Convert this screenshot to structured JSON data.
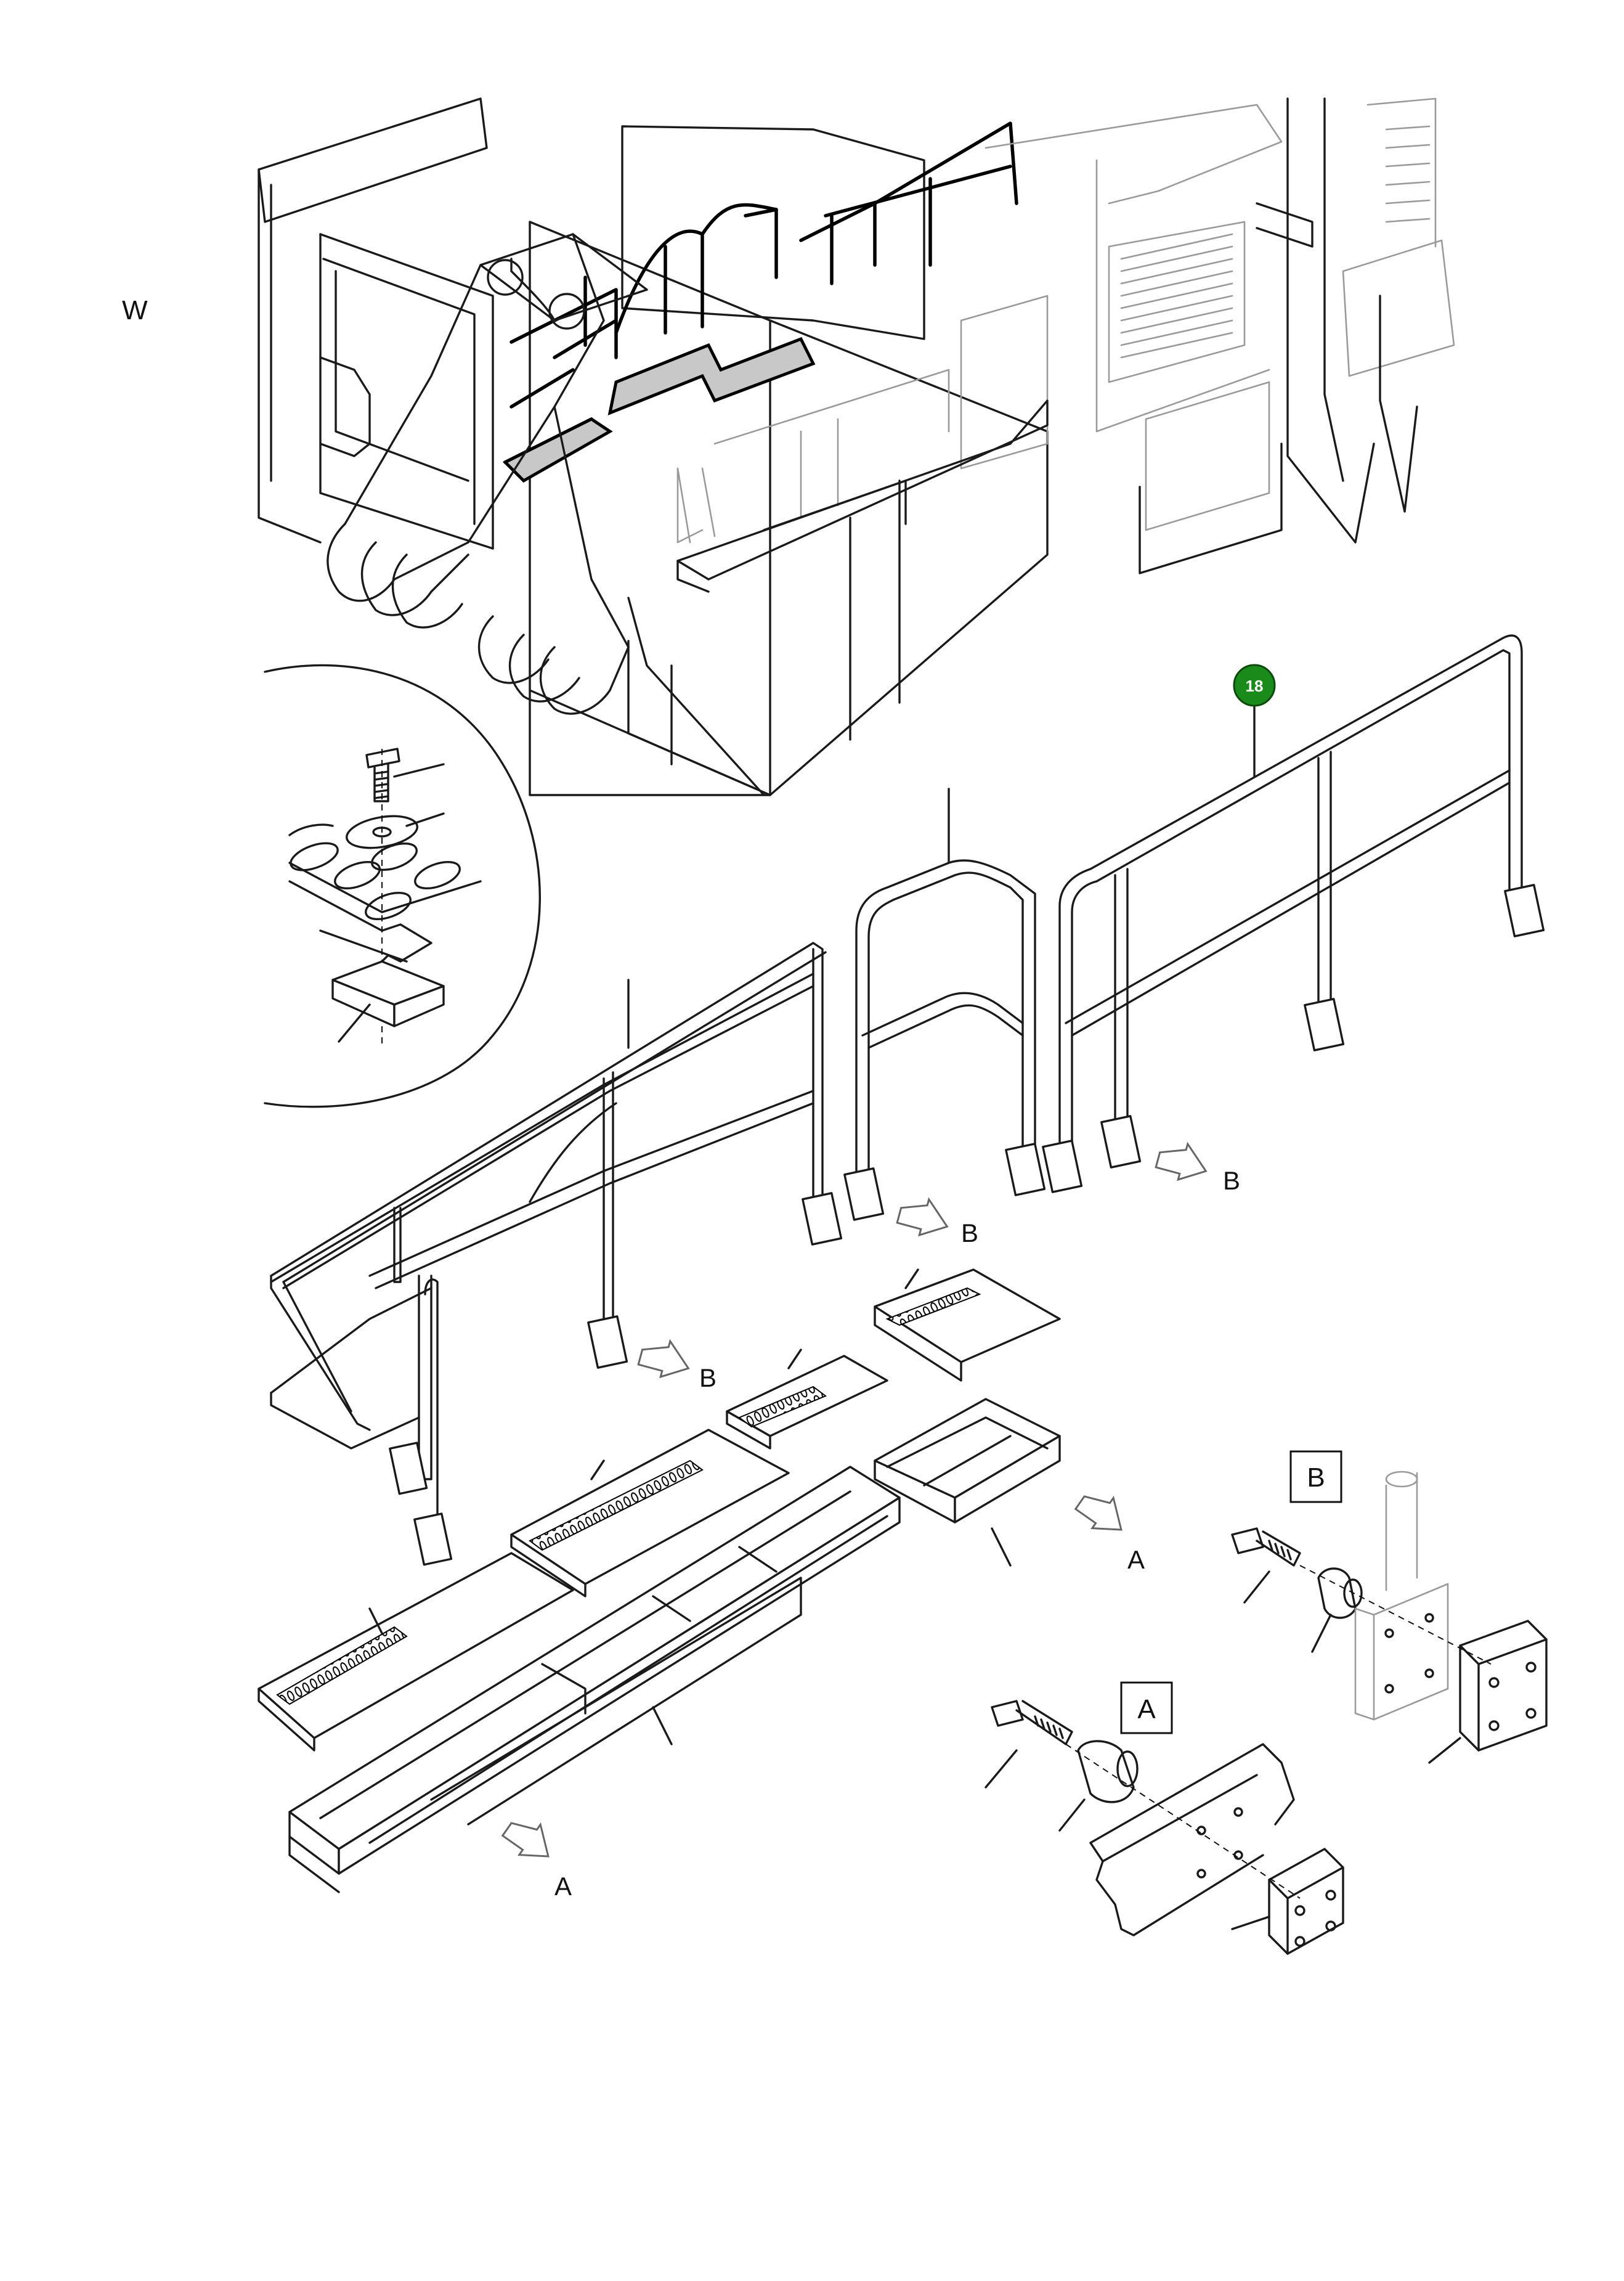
{
  "view_label": "W",
  "callout": {
    "number": "18",
    "color": "#1a8a1a"
  },
  "detail_labels": {
    "a": "A",
    "b": "B"
  },
  "arrow_labels": {
    "b1": "B",
    "b2": "B",
    "b3": "B",
    "a1": "A",
    "a2": "A"
  }
}
